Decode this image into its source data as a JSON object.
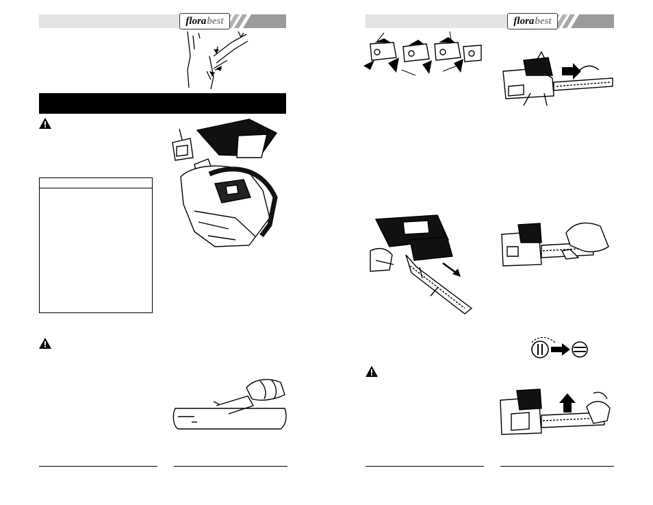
{
  "header": {
    "logo_text_a": "flora",
    "logo_text_b": "best",
    "bar_color": "#e3e3e3",
    "stripe_color": "#9b9b9b"
  },
  "left_page": {
    "banner_color": "#000000",
    "warning_icons": [
      "warning-triangle-icon",
      "warning-triangle-icon"
    ],
    "illustrations": [
      "chain-guide-detail",
      "chainsaw-cover-removal",
      "guide-bar-cleaning"
    ]
  },
  "right_page": {
    "warning_icons": [
      "warning-triangle-icon"
    ],
    "illustrations": [
      "saw-chain-links",
      "chainsaw-tension-adjust",
      "chainsaw-bar-mounting",
      "chainsaw-chain-check",
      "screw-rotation",
      "chainsaw-bar-lift"
    ]
  }
}
